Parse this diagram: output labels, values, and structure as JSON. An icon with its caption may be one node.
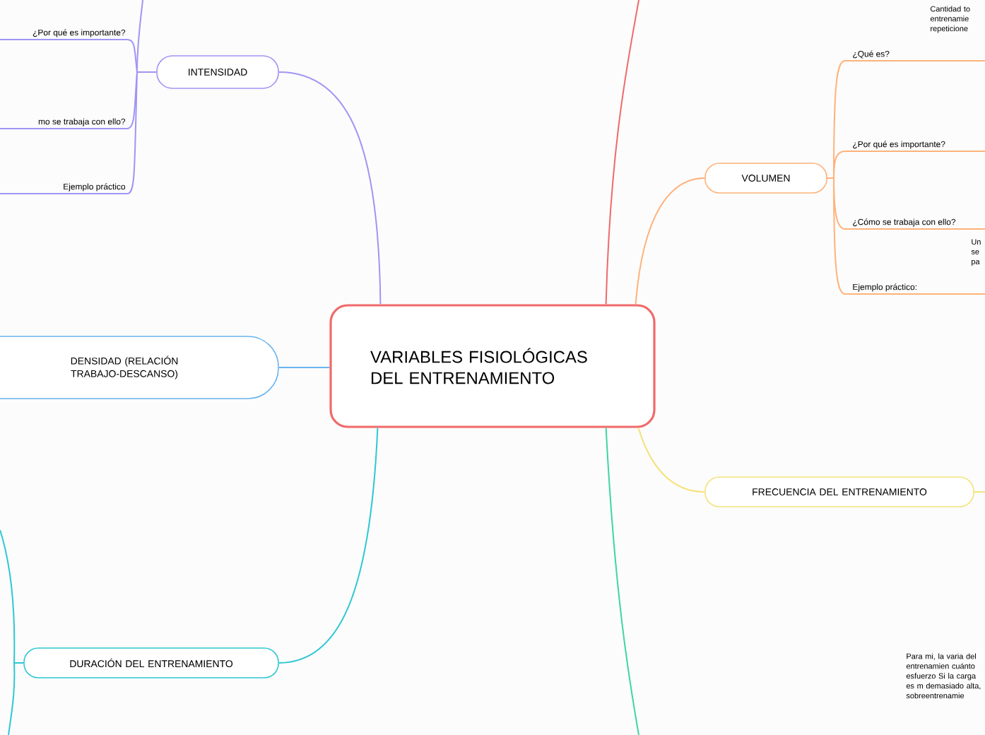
{
  "diagram": {
    "nodes": [
      {
        "text": [
          "VARIABLES FISIOLÓGICAS DEL ENTRENAMIENTO"
        ]
      },
      {
        "text": [
          "INTENSIDAD"
        ]
      },
      {
        "text": [
          "¿Por qué es importante?"
        ]
      },
      {
        "text": [
          "mo se trabaja con ello?"
        ]
      },
      {
        "text": [
          "Ejemplo práctico"
        ]
      },
      {
        "text": [
          "DENSIDAD (RELACIÓN TRABAJO-DESCANSO)"
        ]
      },
      {
        "text": [
          "DURACIÓN DEL ENTRENAMIENTO"
        ]
      },
      {
        "text": [
          "VOLUMEN"
        ]
      },
      {
        "text": [
          "Cantidad to entrenamie repeticione"
        ]
      },
      {
        "text": [
          "¿Qué es?"
        ]
      },
      {
        "text": [
          "¿Por qué es importante?"
        ]
      },
      {
        "text": [
          "¿Cómo se trabaja con ello?"
        ]
      },
      {
        "text": [
          "Un se pa"
        ]
      },
      {
        "text": [
          "Ejemplo práctico:"
        ]
      },
      {
        "text": [
          "FRECUENCIA DEL ENTRENAMIENTO"
        ]
      },
      {
        "text": [
          "Para mi, la varia del entrenamien cuánto esfuerzo Si la carga es m demasiado alta, sobreentrenamie"
        ]
      }
    ],
    "edges": [
      {
        "from": 0,
        "to": 1,
        "arrow": "none",
        "color": "#a095f5"
      },
      {
        "from": 0,
        "to": 5,
        "arrow": "none",
        "color": "#6ab4f0"
      },
      {
        "from": 0,
        "to": 6,
        "arrow": "none",
        "color": "#2ec8d4"
      },
      {
        "from": 0,
        "to": 7,
        "arrow": "none",
        "color": "#ffb27a"
      },
      {
        "from": 0,
        "to": 14,
        "arrow": "none",
        "color": "#f5e27a"
      },
      {
        "from": 0,
        "to": null,
        "arrow": "none",
        "color": "#3ed6a0"
      },
      {
        "from": 0,
        "to": null,
        "arrow": "none",
        "color": "#f06a6a"
      },
      {
        "from": 1,
        "to": 2,
        "arrow": "none",
        "color": "#a095f5"
      },
      {
        "from": 1,
        "to": 3,
        "arrow": "none",
        "color": "#a095f5"
      },
      {
        "from": 1,
        "to": 4,
        "arrow": "none",
        "color": "#a095f5"
      },
      {
        "from": 1,
        "to": null,
        "arrow": "none",
        "color": "#a095f5"
      },
      {
        "from": 7,
        "to": 9,
        "arrow": "none",
        "color": "#ffb27a"
      },
      {
        "from": 7,
        "to": 10,
        "arrow": "none",
        "color": "#ffb27a"
      },
      {
        "from": 7,
        "to": 11,
        "arrow": "none",
        "color": "#ffb27a"
      },
      {
        "from": 7,
        "to": 13,
        "arrow": "none",
        "color": "#ffb27a"
      },
      {
        "from": 14,
        "to": null,
        "arrow": "none",
        "color": "#f5e27a"
      },
      {
        "from": 6,
        "to": null,
        "arrow": "none",
        "color": "#2ec8d4"
      },
      {
        "from": 6,
        "to": null,
        "arrow": "none",
        "color": "#2ec8d4"
      }
    ]
  }
}
